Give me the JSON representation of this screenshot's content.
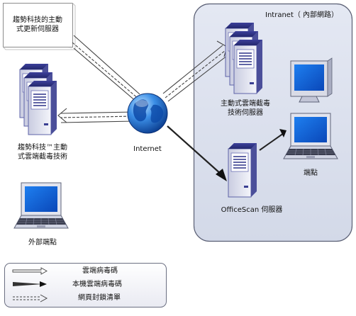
{
  "intranet": {
    "title": "Intranet（ 內部網路）"
  },
  "nodes": {
    "update_server": {
      "line1": "趨勢科技的主動",
      "line2": "式更新伺服器"
    },
    "cloud_tech": {
      "line1": "趨勢科技™主動",
      "line2": "式雲端截毒技術"
    },
    "external_endpoint": {
      "label": "外部端點"
    },
    "internet": {
      "label": "Internet"
    },
    "active_cloud_server": {
      "line1": "主動式雲端截毒",
      "line2": "技術伺服器"
    },
    "officescan_server": {
      "label": "OfficeScan 伺服器"
    },
    "endpoint": {
      "label": "端點"
    }
  },
  "legend": {
    "items": [
      {
        "style": "outline",
        "label": "雲端病毒碼"
      },
      {
        "style": "solid",
        "label": "本機雲端病毒碼"
      },
      {
        "style": "dashed",
        "label": "網頁封鎖清單"
      }
    ]
  }
}
